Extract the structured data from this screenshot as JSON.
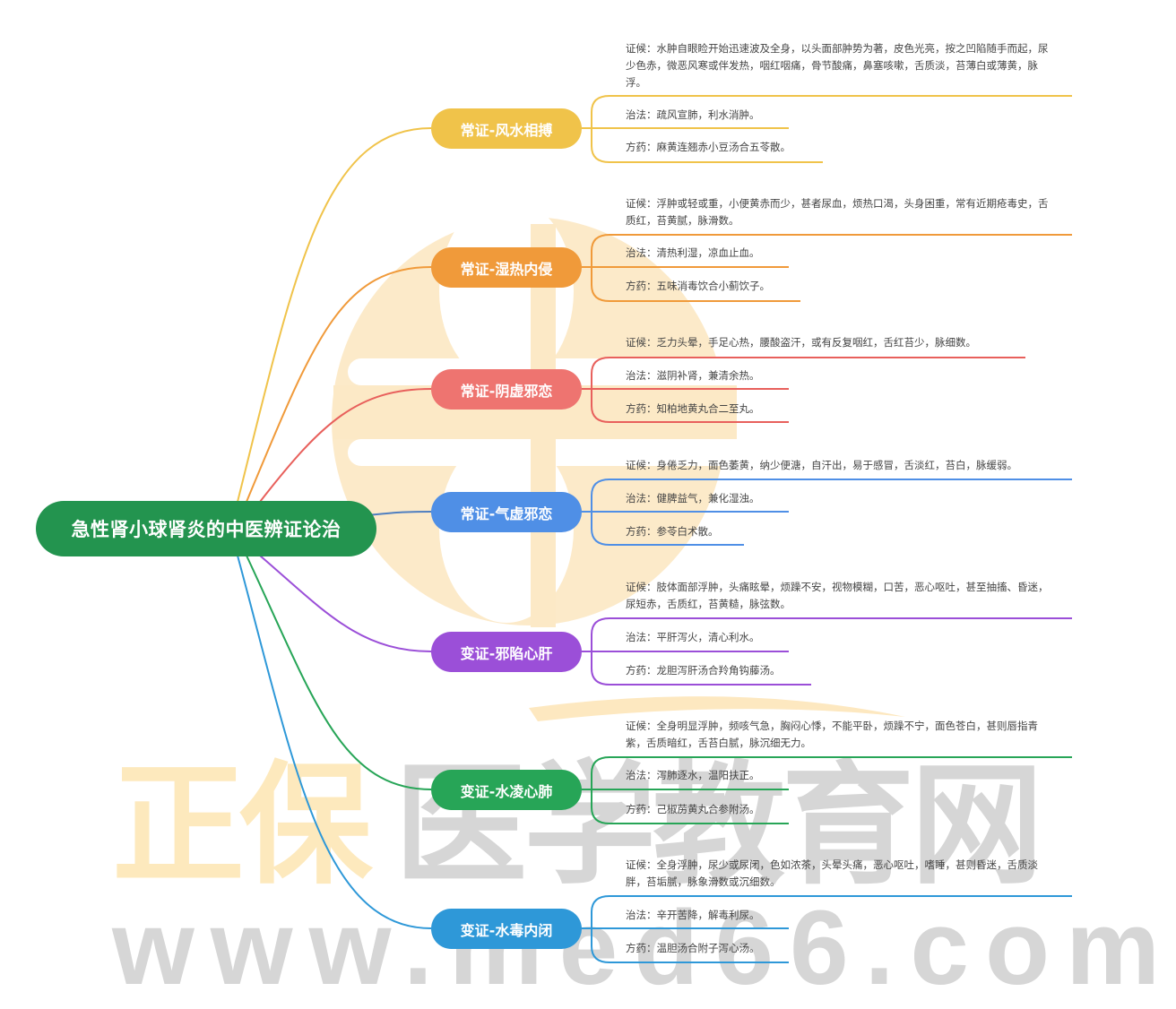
{
  "mindmap": {
    "root": {
      "label": "急性肾小球肾炎的中医辨证论治",
      "color": "#23944f"
    },
    "branches": [
      {
        "label": "常证-风水相搏",
        "color": "#f0c34a",
        "leaves": {
          "syndrome": "证候：水肿自眼睑开始迅速波及全身，以头面部肿势为著，皮色光亮，按之凹陷随手而起，尿少色赤，微恶风寒或伴发热，咽红咽痛，骨节酸痛，鼻塞咳嗽，舌质淡，苔薄白或薄黄，脉浮。",
          "treatment": "治法：疏风宣肺，利水消肿。",
          "formula": "方药：麻黄连翘赤小豆汤合五苓散。"
        }
      },
      {
        "label": "常证-湿热内侵",
        "color": "#f09a3a",
        "leaves": {
          "syndrome": "证候：浮肿或轻或重，小便黄赤而少，甚者尿血，烦热口渴，头身困重，常有近期疮毒史，舌质红，苔黄腻，脉滑数。",
          "treatment": "治法：清热利湿，凉血止血。",
          "formula": "方药：五味消毒饮合小蓟饮子。"
        }
      },
      {
        "label": "常证-阴虚邪恋",
        "color": "#ee7470",
        "leaves": {
          "syndrome": "证候：乏力头晕，手足心热，腰酸盗汗，或有反复咽红，舌红苔少，脉细数。",
          "treatment": "治法：滋阴补肾，兼清余热。",
          "formula": "方药：知柏地黄丸合二至丸。"
        }
      },
      {
        "label": "常证-气虚邪恋",
        "color": "#4f8fe6",
        "leaves": {
          "syndrome": "证候：身倦乏力，面色萎黄，纳少便溏，自汗出，易于感冒，舌淡红，苔白，脉缓弱。",
          "treatment": "治法：健脾益气，兼化湿浊。",
          "formula": "方药：参苓白术散。"
        }
      },
      {
        "label": "变证-邪陷心肝",
        "color": "#9b4fd8",
        "leaves": {
          "syndrome": "证候：肢体面部浮肿，头痛眩晕，烦躁不安，视物模糊，口苦，恶心呕吐，甚至抽搐、昏迷，尿短赤，舌质红，苔黄糙，脉弦数。",
          "treatment": "治法：平肝泻火，清心利水。",
          "formula": "方药：龙胆泻肝汤合羚角钩藤汤。"
        }
      },
      {
        "label": "变证-水凌心肺",
        "color": "#27a557",
        "leaves": {
          "syndrome": "证候：全身明显浮肿，频咳气急，胸闷心悸，不能平卧，烦躁不宁，面色苍白，甚则唇指青紫，舌质暗红，舌苔白腻，脉沉细无力。",
          "treatment": "治法：泻肺逐水，温阳扶正。",
          "formula": "方药：己椒苈黄丸合参附汤。"
        }
      },
      {
        "label": "变证-水毒内闭",
        "color": "#2e98d8",
        "leaves": {
          "syndrome": "证候：全身浮肿，尿少或尿闭，色如浓茶，头晕头痛，恶心呕吐，嗜睡，甚则昏迷，舌质淡胖，苔垢腻，脉象滑数或沉细数。",
          "treatment": "治法：辛开苦降，解毒利尿。",
          "formula": "方药：温胆汤合附子泻心汤。"
        }
      }
    ]
  },
  "watermark": {
    "brand_cn_part1": "正保",
    "brand_cn_part2": "医学教育网",
    "url": "www.med66.com",
    "brand_color": "#fbe5b8",
    "gray_color": "#d2d2d2"
  }
}
